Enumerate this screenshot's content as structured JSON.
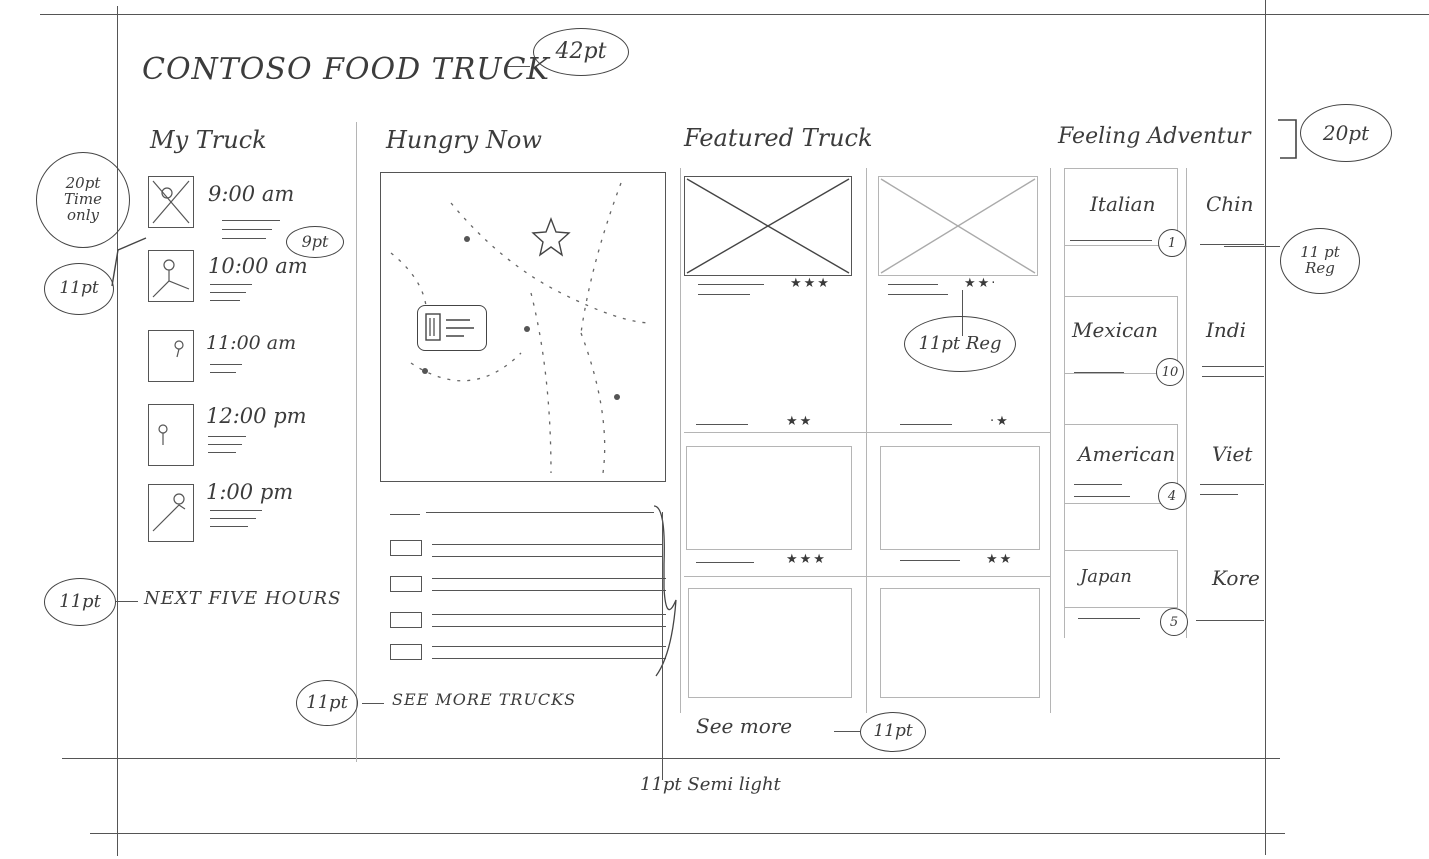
{
  "title": {
    "text": "CONTOSO FOOD TRUCK",
    "size_note": "42pt"
  },
  "sections": {
    "my_truck": "My Truck",
    "hungry_now": "Hungry Now",
    "featured_truck": "Featured Truck",
    "feeling_adventurous": "Feeling Adventur"
  },
  "header_size_note": "20pt",
  "my_truck": {
    "callout_time": "20pt Time only",
    "callout_nine": "9pt",
    "callout_eleven": "11pt",
    "times": [
      "9:00 am",
      "10:00 am",
      "11:00 am",
      "12:00 pm",
      "1:00 pm"
    ],
    "next_label": "NEXT FIVE HOURS",
    "next_callout": "11pt"
  },
  "hungry_now": {
    "see_more": "SEE MORE TRUCKS",
    "see_more_callout": "11pt"
  },
  "featured": {
    "rating_callout": "11pt Reg",
    "see_more": "See more",
    "see_more_callout": "11pt",
    "stars": [
      "★★★",
      "★★·",
      "★★",
      "·★",
      "★★★",
      "★★"
    ]
  },
  "adventurous": {
    "tiles": [
      {
        "left": "Italian",
        "right": "Chin",
        "count": "1"
      },
      {
        "left": "Mexican",
        "right": "Indi",
        "count": "10"
      },
      {
        "left": "American",
        "right": "Viet",
        "count": "4"
      },
      {
        "left": "Japan",
        "right": "Kore",
        "count": "5"
      }
    ],
    "callout": "11 pt Reg"
  },
  "footer_note": "11pt Semi light"
}
